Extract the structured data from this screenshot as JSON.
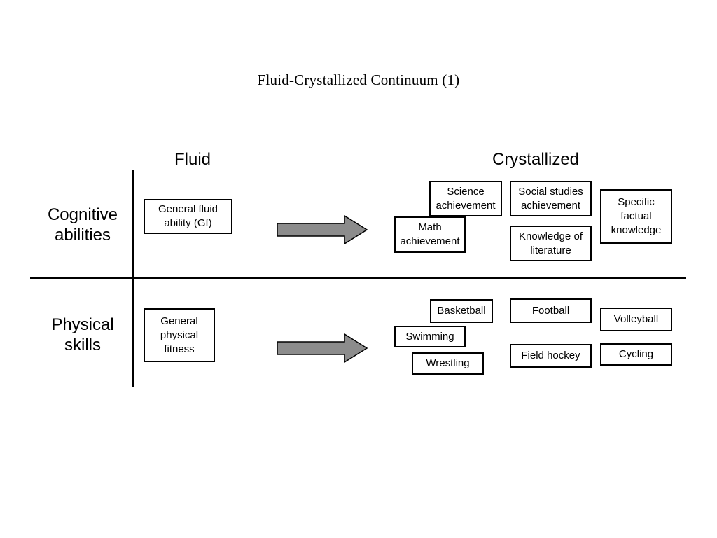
{
  "title": "Fluid-Crystallized Continuum (1)",
  "columns": {
    "fluid": "Fluid",
    "crystallized": "Crystallized"
  },
  "rows": {
    "cognitive": "Cognitive\nabilities",
    "physical": "Physical\nskills"
  },
  "fluid_boxes": {
    "cognitive": "General fluid\nability (Gf)",
    "physical": "General\nphysical\nfitness"
  },
  "crystallized_cognitive": {
    "science": "Science\nachievement",
    "math": "Math\nachievement",
    "social_studies": "Social studies\nachievement",
    "literature": "Knowledge of\nliterature",
    "factual": "Specific\nfactual\nknowledge"
  },
  "crystallized_physical": {
    "basketball": "Basketball",
    "swimming": "Swimming",
    "wrestling": "Wrestling",
    "football": "Football",
    "field_hockey": "Field hockey",
    "volleyball": "Volleyball",
    "cycling": "Cycling"
  },
  "colors": {
    "arrow_fill": "#8c8c8c",
    "line": "#000000"
  }
}
